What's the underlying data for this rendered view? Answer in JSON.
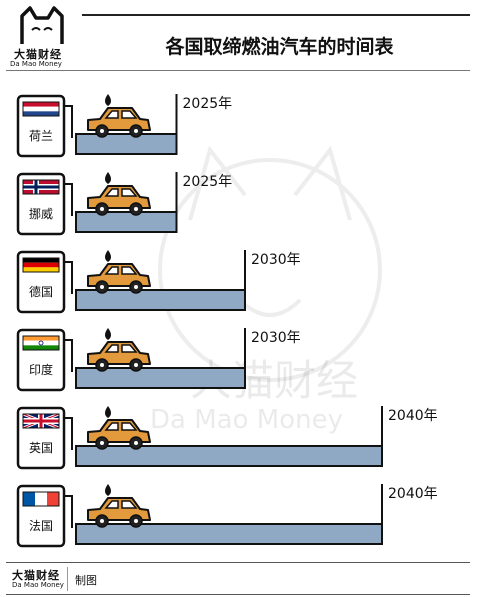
{
  "header": {
    "logo_cn": "大猫财经",
    "logo_en": "Da Mao Money",
    "title": "各国取缔燃油汽车的时间表"
  },
  "watermark": {
    "cn": "大猫财经",
    "en": "Da Mao Money"
  },
  "footer": {
    "logo_cn": "大猫财经",
    "logo_en": "Da Mao Money",
    "credit": "制图"
  },
  "colors": {
    "car": "#e39a3c",
    "bar": "#8fa9c4",
    "outline": "#111111"
  },
  "chart_data": {
    "type": "bar",
    "title": "各国取缔燃油汽车的时间表",
    "categories": [
      "荷兰",
      "挪威",
      "德国",
      "印度",
      "英国",
      "法国"
    ],
    "values": [
      2025,
      2025,
      2030,
      2030,
      2040,
      2040
    ],
    "labels": [
      "2025年",
      "2025年",
      "2030年",
      "2030年",
      "2040年",
      "2040年"
    ],
    "flags": [
      "netherlands-flag",
      "norway-flag",
      "germany-flag",
      "india-flag",
      "uk-flag",
      "france-flag"
    ],
    "xlim": [
      2020,
      2040
    ]
  }
}
